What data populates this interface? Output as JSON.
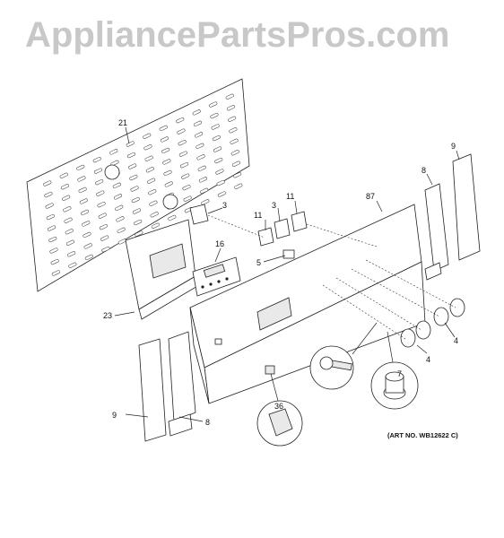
{
  "watermark": "AppliancePartsPros.com",
  "art_number": "(ART NO. WB12622 C)",
  "callouts": {
    "c21": "21",
    "c3a": "3",
    "c3b": "3",
    "c11a": "11",
    "c11b": "11",
    "c87": "87",
    "c8a": "8",
    "c8b": "8",
    "c9a": "9",
    "c9b": "9",
    "c16": "16",
    "c5": "5",
    "c23": "23",
    "c4a": "4",
    "c4b": "4",
    "c7": "7",
    "c36": "36"
  }
}
